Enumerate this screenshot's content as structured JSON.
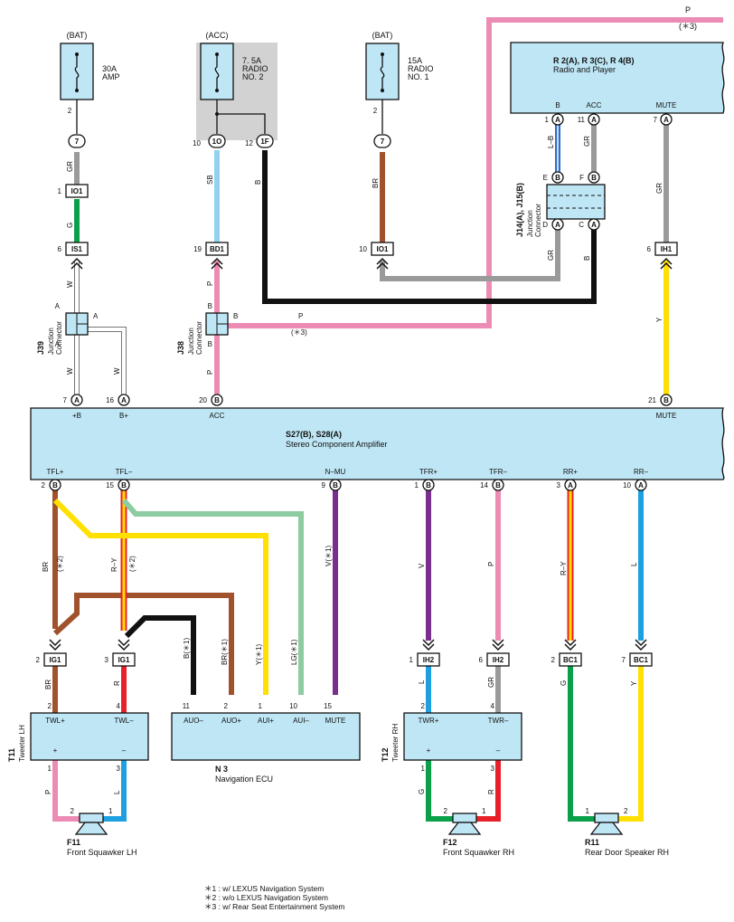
{
  "wire_colors": {
    "GR": "#9a9a9a",
    "G": "#0aa04a",
    "W": "#ffffff",
    "SB": "#8fd3f0",
    "B": "#111111",
    "BR": "#a0522d",
    "P": "#ec8cb4",
    "L_B": "#2b6fce",
    "Y": "#ffe000",
    "LG": "#8ccca0",
    "V": "#7a2e8e",
    "R": "#e8202a",
    "L": "#1ea0e0",
    "R_Y": "#d8b400",
    "box": "#bfe6f5",
    "gray": "#d2d2d2"
  },
  "fuses": {
    "amp": {
      "source": "(BAT)",
      "rating": "30A",
      "name": "AMP",
      "pin": "2"
    },
    "radio2": {
      "source": "(ACC)",
      "rating": "7. 5A",
      "name1": "RADIO",
      "name2": "NO. 2"
    },
    "radio1": {
      "source": "(BAT)",
      "rating": "15A",
      "name1": "RADIO",
      "name2": "NO. 1",
      "pin": "2"
    }
  },
  "radio": {
    "id": "R 2(A), R 3(C), R 4(B)",
    "name": "Radio and Player",
    "pin_b": "B",
    "pin_acc": "ACC",
    "pin_mute": "MUTE"
  },
  "amplifier": {
    "id": "S27(B), S28(A)",
    "name": "Stereo Component Amplifier",
    "top_pins": [
      "+B",
      "B+",
      "ACC",
      "MUTE"
    ],
    "bottom_pins": [
      "TFL+",
      "TFL–",
      "N–MU",
      "TFR+",
      "TFR–",
      "RR+",
      "RR–"
    ]
  },
  "junctions": {
    "j39": {
      "id": "J39",
      "name": "Junction Connector"
    },
    "j38": {
      "id": "J38",
      "name": "Junction Connector"
    },
    "j14": {
      "id": "J14(A), J15(B)",
      "name": "Junction Connector"
    }
  },
  "connectors": {
    "IO1": "IO1",
    "IS1": "IS1",
    "BD1": "BD1",
    "IH1": "IH1",
    "IG1": "IG1",
    "IH2": "IH2",
    "BC1": "BC1"
  },
  "tweeter_lh": {
    "id": "T11",
    "name": "Tweeter LH",
    "pin1": "TWL+",
    "pin2": "TWL–"
  },
  "tweeter_rh": {
    "id": "T12",
    "name": "Tweeter RH",
    "pin1": "TWR+",
    "pin2": "TWR–"
  },
  "nav": {
    "id": "N 3",
    "name": "Navigation ECU",
    "pins": [
      "AUO–",
      "AUO+",
      "AUI+",
      "AUI–",
      "MUTE"
    ]
  },
  "speakers": {
    "f11": {
      "id": "F11",
      "name": "Front Squawker LH"
    },
    "f12": {
      "id": "F12",
      "name": "Front Squawker RH"
    },
    "r11": {
      "id": "R11",
      "name": "Rear Door Speaker RH"
    }
  },
  "notes": [
    "＊1 : w/ LEXUS Navigation System",
    "＊2 : w/o LEXUS Navigation System",
    "＊3 : w/ Rear Seat Entertainment System"
  ]
}
